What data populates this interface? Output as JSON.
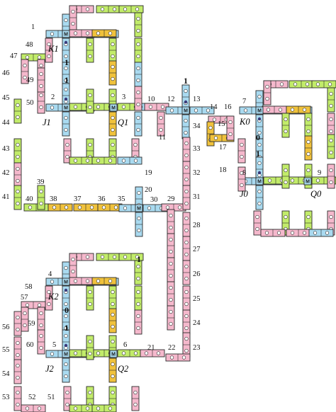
{
  "colors": {
    "pink": "#f5b8cc",
    "green": "#c2ec6a",
    "blue": "#a9daf0",
    "orange": "#f0c23c",
    "outline": "#2b2b2b",
    "dot": "#ffffff",
    "mdot": "#3a3a7a"
  },
  "junction_labels": {
    "K0": "K0",
    "K1": "K1",
    "K2": "K2",
    "J0": "J0",
    "J1": "J1",
    "J2": "J2",
    "Q0": "Q0",
    "Q1": "Q1",
    "Q2": "Q2"
  },
  "cell_marker": "M",
  "bold_labels": {
    "k1_top": "1",
    "k1_bottom": "1",
    "j1_top": "1",
    "node12_top": "0",
    "k0_bottom": "1",
    "j0_top": "1",
    "node35_bottom": "0",
    "k2_bottom": "1",
    "j2_top": "1"
  },
  "cell_numbers": [
    "1",
    "2",
    "3",
    "4",
    "5",
    "6",
    "7",
    "8",
    "9",
    "10",
    "11",
    "12",
    "13",
    "14",
    "15",
    "16",
    "17",
    "18",
    "19",
    "20",
    "21",
    "22",
    "23",
    "24",
    "25",
    "26",
    "27",
    "28",
    "29",
    "30",
    "31",
    "32",
    "33",
    "34",
    "35",
    "36",
    "37",
    "38",
    "39",
    "40",
    "41",
    "42",
    "43",
    "44",
    "45",
    "46",
    "47",
    "48",
    "49",
    "50",
    "51",
    "52",
    "53",
    "54",
    "55",
    "56",
    "57",
    "58",
    "59",
    "60"
  ]
}
